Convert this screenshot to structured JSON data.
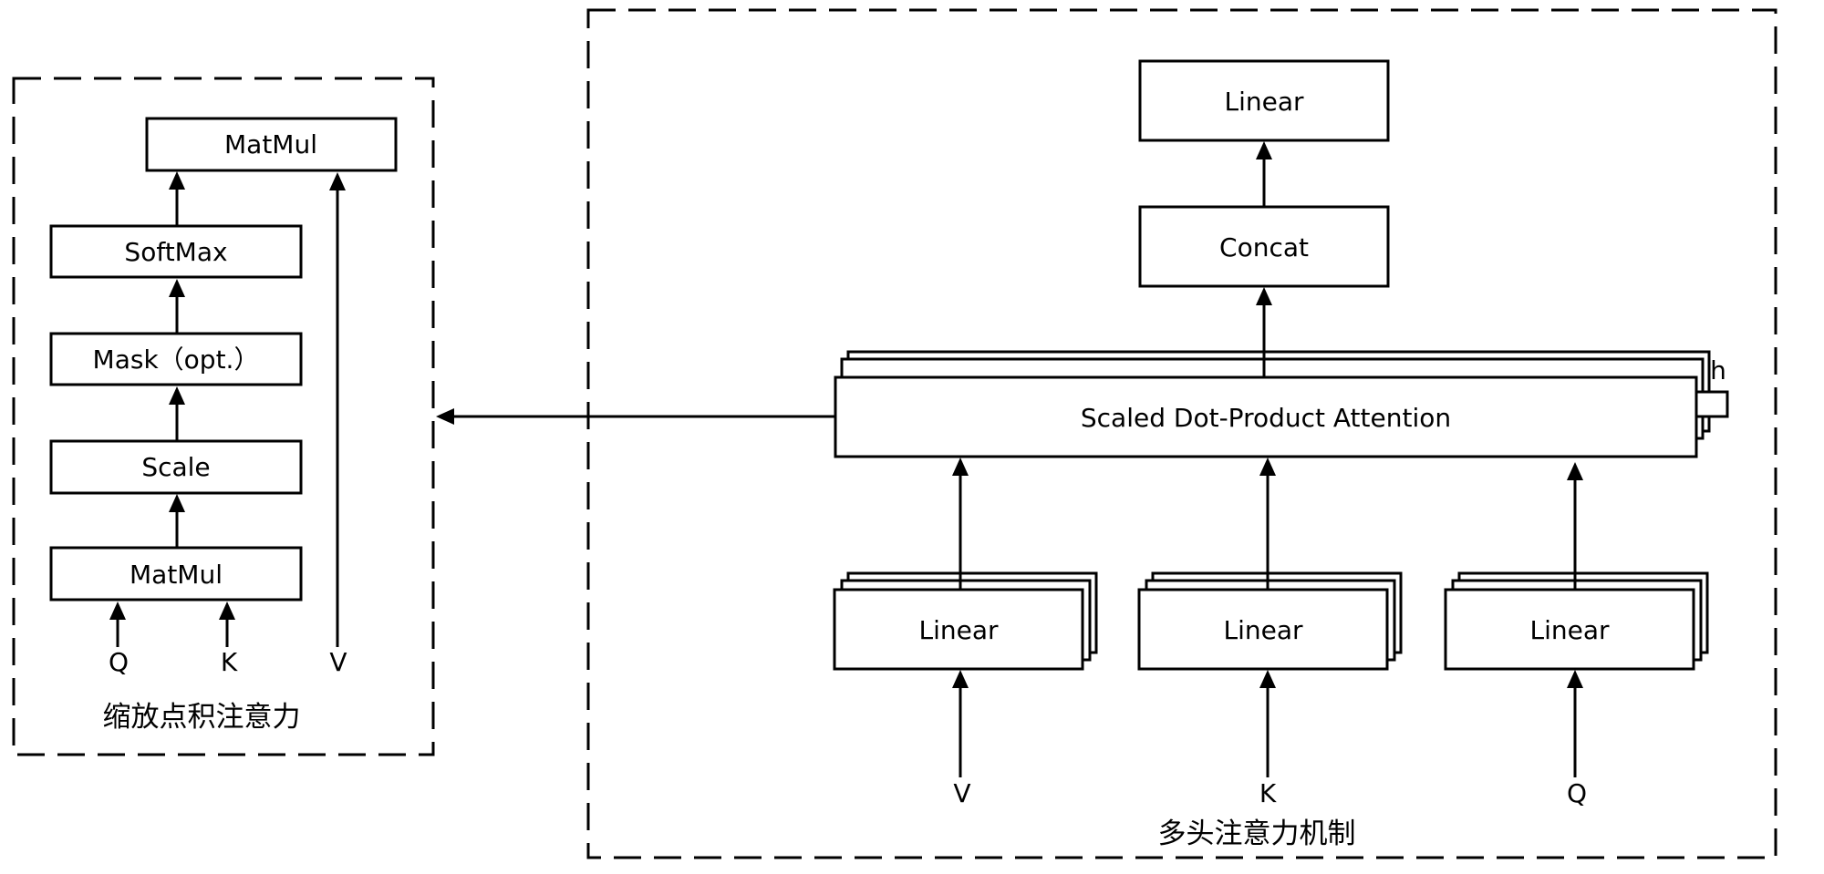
{
  "scaled_attention": {
    "title": "缩放点积注意力",
    "matmul_top": "MatMul",
    "softmax": "SoftMax",
    "mask": "Mask（opt.）",
    "scale": "Scale",
    "matmul_bottom": "MatMul",
    "inputs": {
      "q": "Q",
      "k": "K",
      "v": "V"
    }
  },
  "multi_head_attention": {
    "title": "多头注意力机制",
    "linear_top": "Linear",
    "concat": "Concat",
    "sdpa": "Scaled Dot-Product Attention",
    "heads_label": "h",
    "linear_v": "Linear",
    "linear_k": "Linear",
    "linear_q": "Linear",
    "inputs": {
      "v": "V",
      "k": "K",
      "q": "Q"
    }
  }
}
